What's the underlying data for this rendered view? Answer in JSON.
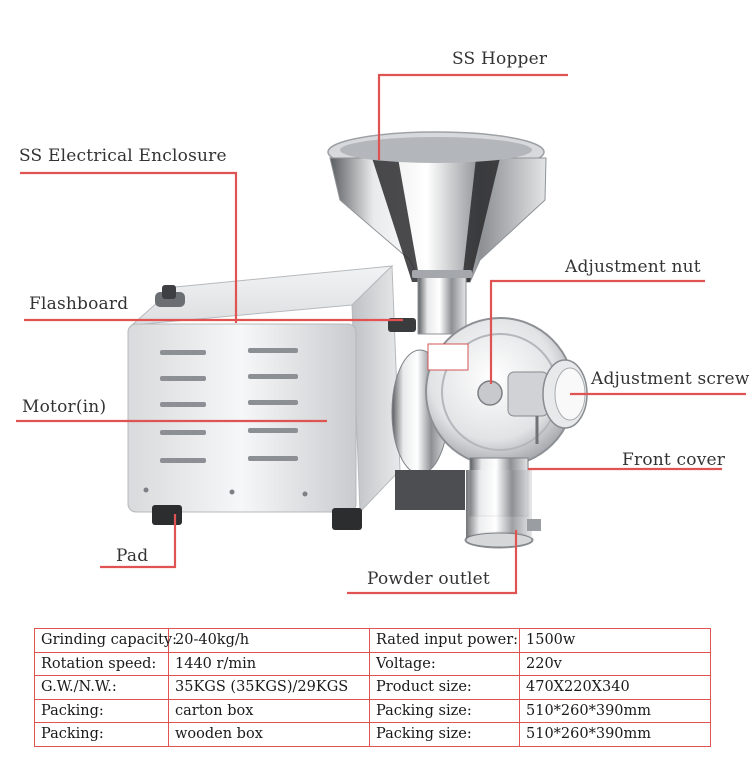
{
  "labels": {
    "hopper": "SS Hopper",
    "enclosure": "SS Electrical Enclosure",
    "flashboard": "Flashboard",
    "motor": "Motor(in)",
    "pad": "Pad",
    "adjust_nut": "Adjustment nut",
    "adjust_screw": "Adjustment screw",
    "front_cover": "Front cover",
    "powder_outlet": "Powder outlet"
  },
  "colors": {
    "leader": "#e05353",
    "table_border": "#e05353"
  },
  "specs": [
    [
      "Grinding capacity:",
      "20-40kg/h",
      "Rated input power:",
      "1500w"
    ],
    [
      "Rotation speed:",
      "1440 r/min",
      "Voltage:",
      "220v"
    ],
    [
      "G.W./N.W.:",
      "35KGS (35KGS)/29KGS",
      "Product size:",
      "470X220X340"
    ],
    [
      "Packing:",
      "carton box",
      "Packing size:",
      "510*260*390mm"
    ],
    [
      "Packing:",
      "wooden box",
      "Packing size:",
      "510*260*390mm"
    ]
  ]
}
